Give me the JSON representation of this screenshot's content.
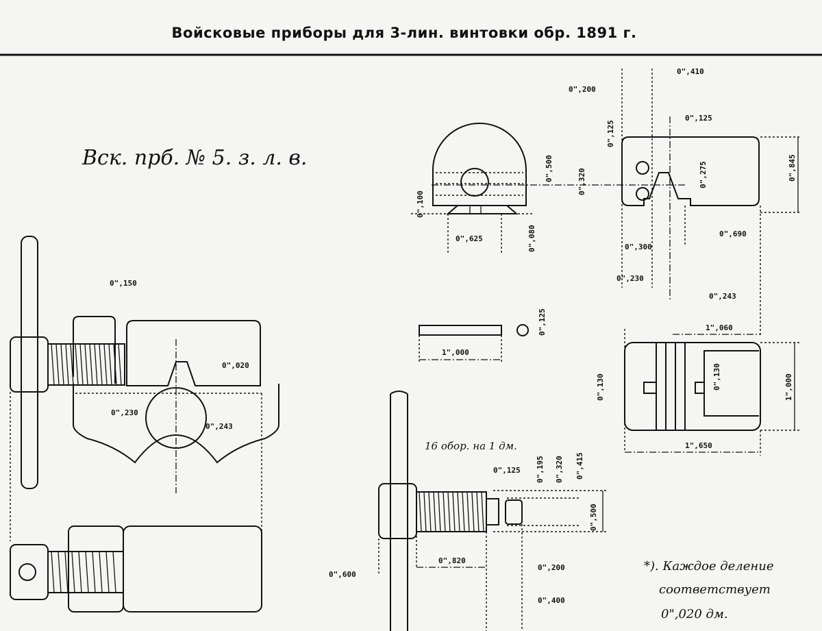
{
  "title": "Войсковые приборы для 3-лин. винтовки обр. 1891 г.",
  "subtitle": "Вск. прб. № 5. з. л. в.",
  "thread_note": "16 обор. на 1 дм.",
  "footnote": [
    "*). Каждое деление",
    "соответствует",
    "0\",020 дм."
  ],
  "dims": {
    "d410": "0\",410",
    "d200a": "0\",200",
    "d125a": "0\",125",
    "d125b": "0\",125",
    "d500a": "0\",500",
    "d320a": "0\",320",
    "d275": "0\",275",
    "d845": "0\",845",
    "d100": "0\",100",
    "d080": "0\",080",
    "d625": "0\",625",
    "d300": "0\",300",
    "d690": "0\",690",
    "d230a": "0\",230",
    "d243a": "0\",243",
    "d1060": "1\",060",
    "d125c": "0\",125",
    "d1000a": "1\",000",
    "d130a": "0\",130",
    "d130b": "0\",130",
    "d1000b": "1\",000",
    "d1650": "1\",650",
    "d150": "0\",150",
    "d020": "0\",020",
    "d230b": "0\",230",
    "d243b": "0\",243",
    "d125d": "0\",125",
    "d195": "0\",195",
    "d320b": "0\",320",
    "d415": "0\",415",
    "d500b": "0\",500",
    "d600": "0\",600",
    "d820": "0\",820",
    "d200b": "0\",200",
    "d400": "0\",400"
  }
}
